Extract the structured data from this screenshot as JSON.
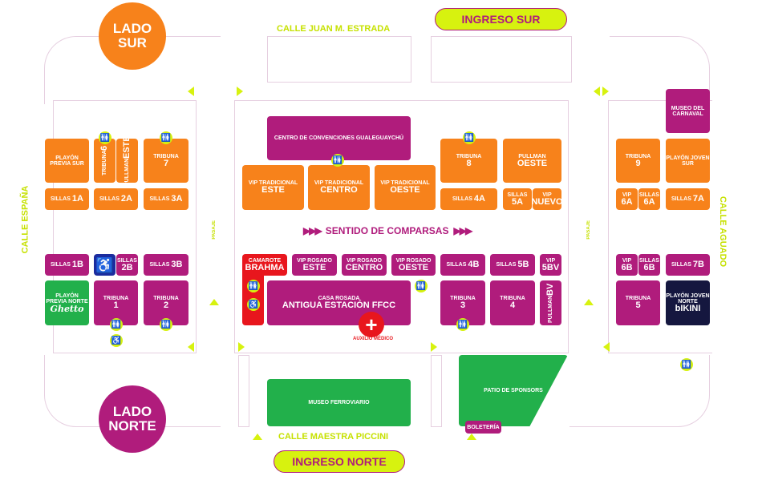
{
  "colors": {
    "orange": "#f7821b",
    "magenta": "#b01c7c",
    "lime": "#d7f20f",
    "green": "#22b04b",
    "navy": "#15173f",
    "red": "#e8161d"
  },
  "sides": {
    "sur": [
      "LADO",
      "SUR"
    ],
    "norte": [
      "LADO",
      "NORTE"
    ]
  },
  "entrances": {
    "sur": "INGRESO SUR",
    "norte": "INGRESO NORTE"
  },
  "streets": {
    "top": "CALLE JUAN M. ESTRADA",
    "bottom": "CALLE MAESTRA PICCINI",
    "left": "CALLE ESPAÑA",
    "right": "CALLE AGUADO",
    "pasaje": "PASAJE"
  },
  "direction_label": "SENTIDO DE COMPARSAS",
  "medical": {
    "icon": "medical-cross-icon",
    "label": "AUXILIO MÉDICO"
  },
  "zones": {
    "playon_previa_sur": {
      "l1": "PLAYÓN PREVIA SUR",
      "l2": ""
    },
    "tribuna_6": {
      "l1": "TRIBUNA",
      "l2": "6"
    },
    "pullman_este": {
      "l1": "PULLMAN",
      "l2": "ESTE"
    },
    "tribuna_7": {
      "l1": "TRIBUNA",
      "l2": "7"
    },
    "sillas_1a": {
      "l1": "SILLAS",
      "l2": "1A"
    },
    "sillas_2a": {
      "l1": "SILLAS",
      "l2": "2A"
    },
    "sillas_3a": {
      "l1": "SILLAS",
      "l2": "3A"
    },
    "sillas_1b": {
      "l1": "SILLAS",
      "l2": "1B"
    },
    "sillas_2b": {
      "l1": "SILLAS",
      "l2": "2B"
    },
    "sillas_3b": {
      "l1": "SILLAS",
      "l2": "3B"
    },
    "playon_previa_norte": {
      "l1": "PLAYÓN PREVIA NORTE",
      "l2": "Ghetto"
    },
    "tribuna_1": {
      "l1": "TRIBUNA",
      "l2": "1"
    },
    "tribuna_2": {
      "l1": "TRIBUNA",
      "l2": "2"
    },
    "centro_convenciones": {
      "l1": "CENTRO DE CONVENCIONES GUALEGUAYCHÚ",
      "l2": ""
    },
    "vip_trad_este": {
      "l1": "VIP TRADICIONAL",
      "l2": "ESTE"
    },
    "vip_trad_centro": {
      "l1": "VIP TRADICIONAL",
      "l2": "CENTRO"
    },
    "vip_trad_oeste": {
      "l1": "VIP TRADICIONAL",
      "l2": "OESTE"
    },
    "tribuna_8": {
      "l1": "TRIBUNA",
      "l2": "8"
    },
    "pullman_oeste": {
      "l1": "PULLMAN",
      "l2": "OESTE"
    },
    "sillas_4a": {
      "l1": "SILLAS",
      "l2": "4A"
    },
    "sillas_5a": {
      "l1": "SILLAS",
      "l2": "5A"
    },
    "vip_nuevo": {
      "l1": "VIP",
      "l2": "NUEVO"
    },
    "camarote_brahma": {
      "l1": "CAMAROTE",
      "l2": "BRAHMA"
    },
    "vip_rosado_este": {
      "l1": "VIP ROSADO",
      "l2": "ESTE"
    },
    "vip_rosado_centro": {
      "l1": "VIP ROSADO",
      "l2": "CENTRO"
    },
    "vip_rosado_oeste": {
      "l1": "VIP ROSADO",
      "l2": "OESTE"
    },
    "casa_rosada": {
      "l1": "CASA ROSADA",
      "l2": "ANTIGUA ESTACIÓN FFCC"
    },
    "sillas_4b": {
      "l1": "SILLAS",
      "l2": "4B"
    },
    "sillas_5b": {
      "l1": "SILLAS",
      "l2": "5B"
    },
    "vip_5bv": {
      "l1": "VIP",
      "l2": "5BV"
    },
    "tribuna_3": {
      "l1": "TRIBUNA",
      "l2": "3"
    },
    "tribuna_4": {
      "l1": "TRIBUNA",
      "l2": "4"
    },
    "pullman_bv": {
      "l1": "PULLMAN",
      "l2": "BV"
    },
    "museo_carnaval": {
      "l1": "MUSEO DEL CARNAVAL",
      "l2": ""
    },
    "tribuna_9": {
      "l1": "TRIBUNA",
      "l2": "9"
    },
    "playon_joven_sur": {
      "l1": "PLAYÓN JOVEN SUR",
      "l2": ""
    },
    "vip_6a": {
      "l1": "VIP",
      "l2": "6A"
    },
    "sillas_6a": {
      "l1": "SILLAS",
      "l2": "6A"
    },
    "sillas_7a": {
      "l1": "SILLAS",
      "l2": "7A"
    },
    "vip_6b": {
      "l1": "VIP",
      "l2": "6B"
    },
    "sillas_6b": {
      "l1": "SILLAS",
      "l2": "6B"
    },
    "sillas_7b": {
      "l1": "SILLAS",
      "l2": "7B"
    },
    "tribuna_5": {
      "l1": "TRIBUNA",
      "l2": "5"
    },
    "playon_joven_norte": {
      "l1": "PLAYÓN JOVEN NORTE",
      "l2": "bIKINI"
    },
    "museo_ferroviario": {
      "l1": "MUSEO FERROVIARIO",
      "l2": ""
    },
    "patio_sponsors": {
      "l1": "PATIO DE SPONSORS",
      "l2": ""
    },
    "boleteria": {
      "l1": "BOLETERÍA",
      "l2": ""
    }
  }
}
